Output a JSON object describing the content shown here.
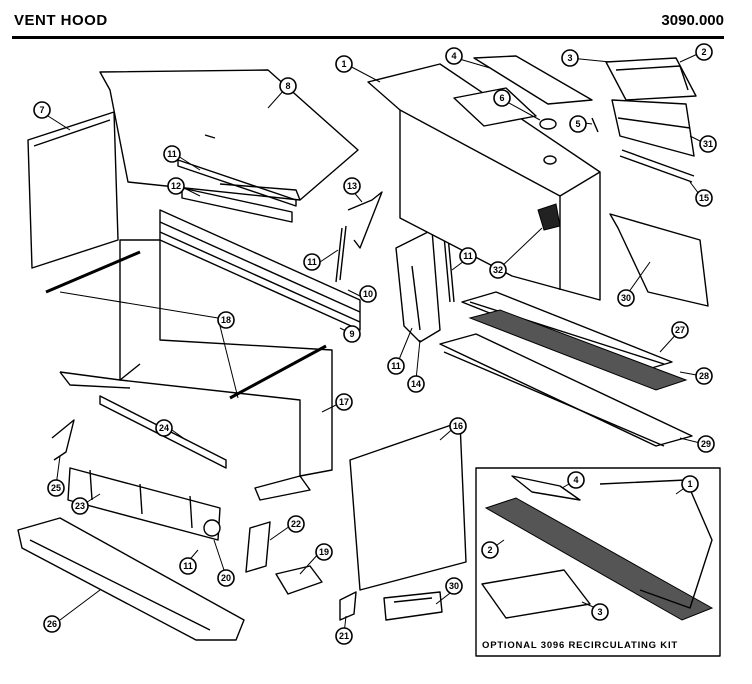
{
  "header": {
    "title": "VENT HOOD",
    "code": "3090.000"
  },
  "inset": {
    "caption": "OPTIONAL 3096 RECIRCULATING KIT"
  },
  "callouts": {
    "c1": "1",
    "c2": "2",
    "c3": "3",
    "c4": "4",
    "c5": "5",
    "c6": "6",
    "c7": "7",
    "c8": "8",
    "c9": "9",
    "c10": "10",
    "c11": "11",
    "c12": "12",
    "c13": "13",
    "c14": "14",
    "c15": "15",
    "c16": "16",
    "c17": "17",
    "c18": "18",
    "c19": "19",
    "c20": "20",
    "c21": "21",
    "c22": "22",
    "c23": "23",
    "c24": "24",
    "c25": "25",
    "c26": "26",
    "c27": "27",
    "c28": "28",
    "c29": "29",
    "c30": "30",
    "c31": "31",
    "c32": "32"
  }
}
